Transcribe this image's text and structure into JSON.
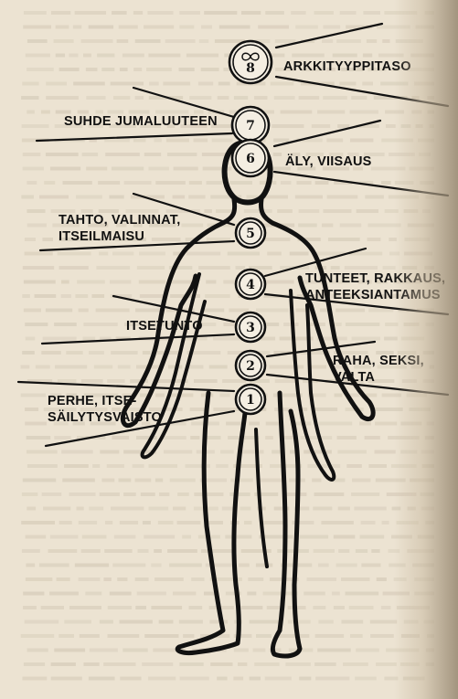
{
  "chakras": [
    {
      "number": "8",
      "label_lines": [
        "ARKKITYYPPITASO"
      ]
    },
    {
      "number": "7",
      "label_lines": [
        "SUHDE JUMALUUTEEN"
      ]
    },
    {
      "number": "6",
      "label_lines": [
        "ÄLY, VIISAUS"
      ]
    },
    {
      "number": "5",
      "label_lines": [
        "TAHTO, VALINNAT,",
        "ITSEILMAISU"
      ]
    },
    {
      "number": "4",
      "label_lines": [
        "TUNTEET, RAKKAUS,",
        "ANTEEKSIANTAMUS"
      ]
    },
    {
      "number": "3",
      "label_lines": [
        "ITSETUNTO"
      ]
    },
    {
      "number": "2",
      "label_lines": [
        "RAHA, SEKSI,",
        "VALTA"
      ]
    },
    {
      "number": "1",
      "label_lines": [
        "PERHE, ITSE-",
        "SÄILYTYSVAISTO"
      ]
    }
  ],
  "colors": {
    "ink": "#111111",
    "paper": "#ece3d2",
    "circle_fill": "#f4eee2"
  },
  "icons": {
    "chakra8_symbol": "infinity-icon"
  }
}
